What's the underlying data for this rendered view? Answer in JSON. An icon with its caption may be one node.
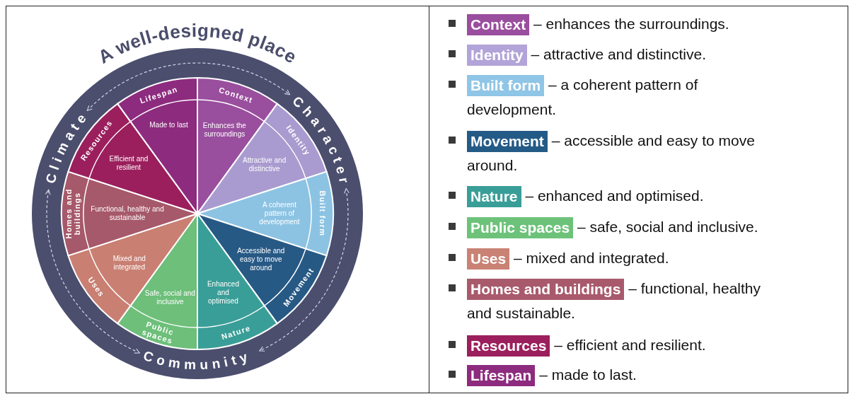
{
  "diagram": {
    "title": "A well-designed place",
    "nodes": [
      {
        "text": [
          "Context",
          "Enhances the surroundings"
        ]
      },
      {
        "text": [
          "Identity",
          "Attractive and distinctive"
        ]
      },
      {
        "text": [
          "Built form",
          "A coherent pattern of development"
        ]
      },
      {
        "text": [
          "Movement",
          "Accessible and easy to move around"
        ]
      },
      {
        "text": [
          "Nature",
          "Enhanced and optimised"
        ]
      },
      {
        "text": [
          "Public spaces",
          "Safe, social and inclusive"
        ]
      },
      {
        "text": [
          "Uses",
          "Mixed and integrated"
        ]
      },
      {
        "text": [
          "Homes and buildings",
          "Functional, healthy and sustainable"
        ]
      },
      {
        "text": [
          "Resources",
          "Efficient and resilient"
        ]
      },
      {
        "text": [
          "Lifespan",
          "Made to last"
        ]
      },
      {
        "text": [
          "Climate"
        ]
      },
      {
        "text": [
          "Character"
        ]
      },
      {
        "text": [
          "Community"
        ]
      },
      {
        "text": [
          "Context"
        ],
        "beside": [
          "– enhances the surroundings."
        ]
      },
      {
        "text": [
          "Identity"
        ],
        "beside": [
          "– attractive and distinctive."
        ]
      },
      {
        "text": [
          "Built form"
        ],
        "beside": [
          "– a coherent pattern of development."
        ]
      },
      {
        "text": [
          "Movement"
        ],
        "beside": [
          "– accessible and easy to move around."
        ]
      },
      {
        "text": [
          "Nature"
        ],
        "beside": [
          "– enhanced and optimised."
        ]
      },
      {
        "text": [
          "Public spaces"
        ],
        "beside": [
          "– safe, social and inclusive."
        ]
      },
      {
        "text": [
          "Uses"
        ],
        "beside": [
          "– mixed and integrated."
        ]
      },
      {
        "text": [
          "Homes and buildings"
        ],
        "beside": [
          "– functional, healthy and sustainable."
        ]
      },
      {
        "text": [
          "Resources"
        ],
        "beside": [
          "– efficient and resilient."
        ]
      },
      {
        "text": [
          "Lifespan"
        ],
        "beside": [
          "– made to last."
        ]
      }
    ],
    "edges": [
      {
        "from": 10,
        "to": 11,
        "arrow": "both",
        "style": "dashed"
      },
      {
        "from": 11,
        "to": 12,
        "arrow": "both",
        "style": "dashed"
      },
      {
        "from": 12,
        "to": 10,
        "arrow": "both",
        "style": "dashed"
      }
    ]
  }
}
